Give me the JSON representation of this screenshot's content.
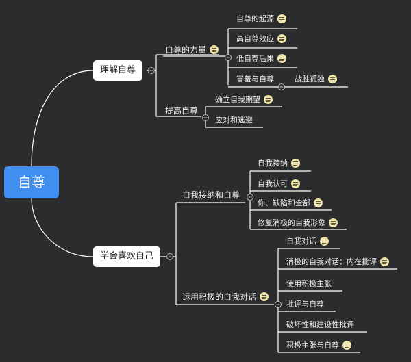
{
  "root": {
    "label": "自尊"
  },
  "branches": [
    {
      "label": "理解自尊",
      "children": [
        {
          "label": "自尊的力量",
          "note": true,
          "children": [
            {
              "label": "自尊的起源",
              "note": true
            },
            {
              "label": "高自尊效应",
              "note": true
            },
            {
              "label": "低自尊后果",
              "note": true
            },
            {
              "label": "害羞与自尊",
              "note": false,
              "children": [
                {
                  "label": "战胜孤独",
                  "note": true
                }
              ]
            }
          ]
        },
        {
          "label": "提高自尊",
          "note": false,
          "children": [
            {
              "label": "确立自我期望",
              "note": true
            },
            {
              "label": "应对和逃避",
              "note": false
            }
          ]
        }
      ]
    },
    {
      "label": "学会喜欢自己",
      "children": [
        {
          "label": "自我接纳和自尊",
          "note": false,
          "children": [
            {
              "label": "自我接纳",
              "note": true
            },
            {
              "label": "自我认可",
              "note": true
            },
            {
              "label": "你、缺陷和全部",
              "note": true
            },
            {
              "label": "修复消极的自我形象",
              "note": true
            }
          ]
        },
        {
          "label": "运用积极的自我对话",
          "note": true,
          "children": [
            {
              "label": "自我对话",
              "note": true
            },
            {
              "label": "消极的自我对话：内在批评",
              "note": true
            },
            {
              "label": "使用积极主张",
              "note": false
            },
            {
              "label": "批评与自尊",
              "note": false
            },
            {
              "label": "破坏性和建设性批评",
              "note": false
            },
            {
              "label": "积极主张与自尊",
              "note": true
            }
          ]
        }
      ]
    }
  ],
  "colors": {
    "background": "#2b2c2e",
    "root_fill": "#3f8ef0",
    "line": "#ffffff",
    "note_icon": "#f1e6a8"
  }
}
